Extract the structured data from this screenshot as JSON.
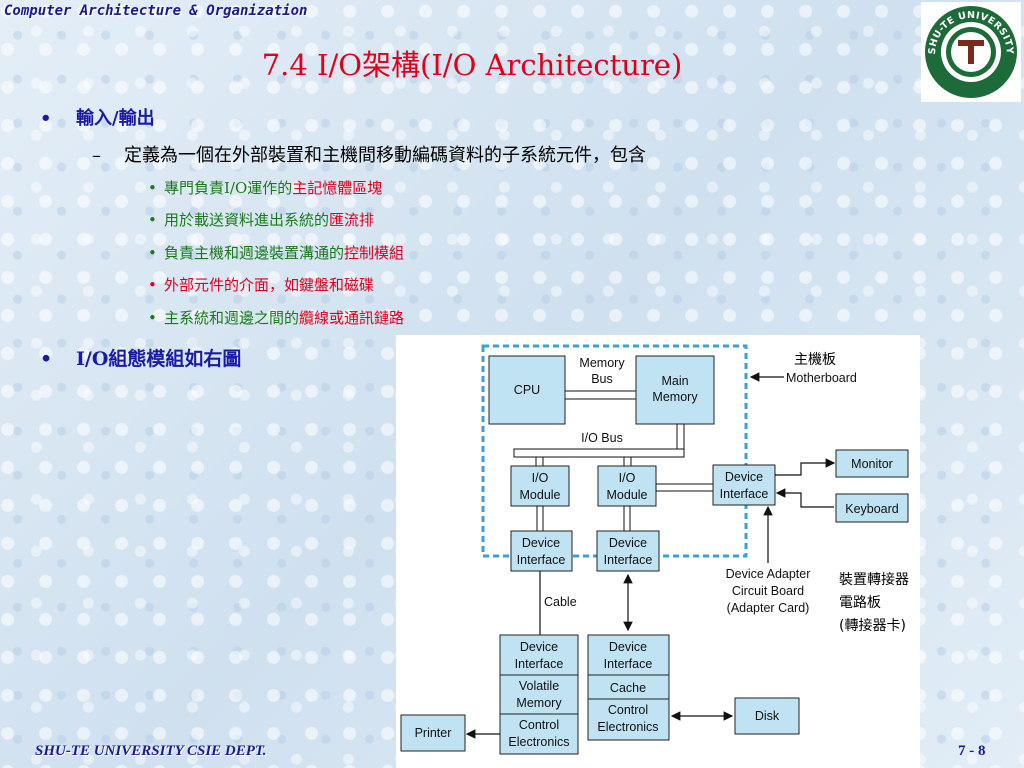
{
  "header": {
    "course": "Computer Architecture & Organization",
    "title": "7.4 I/O架構(I/O Architecture)",
    "logo_text": "SHU-TE UNIVERSITY"
  },
  "bullets": {
    "b1": "輸入/輸出",
    "b1_sub": "定義為一個在外部裝置和主機間移動編碼資料的子系統元件，包含",
    "items": [
      {
        "plain": "專門負責I/O運作的",
        "highlight": "主記憶體區塊"
      },
      {
        "plain": "用於載送資料進出系統的",
        "highlight": "匯流排"
      },
      {
        "plain": "負責主機和週邊裝置溝通的",
        "highlight": "控制模組"
      },
      {
        "plain": "外部元件的介面，如鍵盤和磁碟",
        "highlight": ""
      },
      {
        "plain": "主系統和週邊之間的",
        "highlight": "纜線或通訊鏈路"
      }
    ],
    "b2": "I/O組態模組如右圖"
  },
  "diagram": {
    "cpu": "CPU",
    "memory_bus_1": "Memory",
    "memory_bus_2": "Bus",
    "main_memory_1": "Main",
    "main_memory_2": "Memory",
    "io_bus": "I/O Bus",
    "io_module_1a": "I/O",
    "io_module_1b": "Module",
    "io_module_2a": "I/O",
    "io_module_2b": "Module",
    "dev_if_right_1": "Device",
    "dev_if_right_2": "Interface",
    "monitor": "Monitor",
    "keyboard": "Keyboard",
    "dev_if_a1": "Device",
    "dev_if_a2": "Interface",
    "dev_if_b1": "Device",
    "dev_if_b2": "Interface",
    "cable": "Cable",
    "printer_dev_if_1": "Device",
    "printer_dev_if_2": "Interface",
    "volatile_1": "Volatile",
    "volatile_2": "Memory",
    "control_a1": "Control",
    "control_a2": "Electronics",
    "disk_dev_if_1": "Device",
    "disk_dev_if_2": "Interface",
    "cache": "Cache",
    "control_b1": "Control",
    "control_b2": "Electronics",
    "printer": "Printer",
    "disk": "Disk",
    "motherboard_cn": "主機板",
    "motherboard_en": "Motherboard",
    "adapter_1": "Device Adapter",
    "adapter_2": "Circuit Board",
    "adapter_3": "(Adapter Card)",
    "adapter_cn_1": "裝置轉接器",
    "adapter_cn_2": "電路板",
    "adapter_cn_3": "(轉接器卡)"
  },
  "footer": {
    "dept": "SHU-TE UNIVERSITY  CSIE DEPT.",
    "page": "7 - 8"
  },
  "colors": {
    "title": "#e0001b",
    "bullet_blue": "#1a1aa6",
    "sub_green": "#1a7a1a",
    "box_fill": "#bfe3f3",
    "logo_green": "#1e6b3a"
  }
}
